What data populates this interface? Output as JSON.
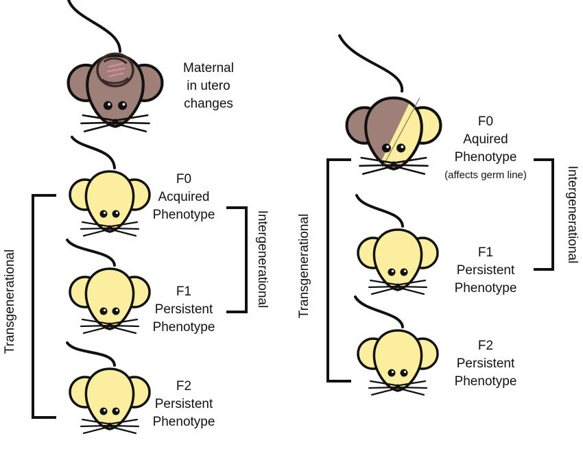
{
  "colors": {
    "yellow_mouse": "#fbef9f",
    "brown_mouse": "#9f8078",
    "outline": "#111111"
  },
  "left": {
    "maternal": {
      "line1": "Maternal",
      "line2": "in utero",
      "line3": "changes"
    },
    "f0": {
      "gen": "F0",
      "line1": "Acquired",
      "line2": "Phenotype"
    },
    "f1": {
      "gen": "F1",
      "line1": "Persistent",
      "line2": "Phenotype"
    },
    "f2": {
      "gen": "F2",
      "line1": "Persistent",
      "line2": "Phenotype"
    },
    "transgenerational": "Transgenerational",
    "intergenerational": "Intergenerational"
  },
  "right": {
    "f0": {
      "gen": "F0",
      "line1": "Aquired",
      "line2": "Phenotype",
      "note": "(affects germ line)"
    },
    "f1": {
      "gen": "F1",
      "line1": "Persistent",
      "line2": "Phenotype"
    },
    "f2": {
      "gen": "F2",
      "line1": "Persistent",
      "line2": "Phenotype"
    },
    "transgenerational": "Transgenerational",
    "intergenerational": "Intergenerational"
  }
}
